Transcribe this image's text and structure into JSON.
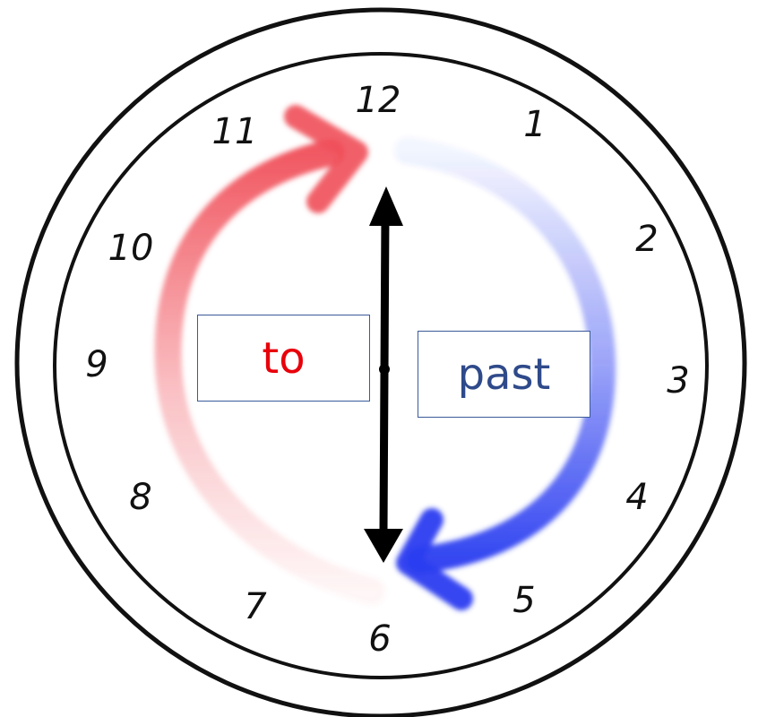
{
  "clock": {
    "numbers": [
      "12",
      "1",
      "2",
      "3",
      "4",
      "5",
      "6",
      "7",
      "8",
      "9",
      "10",
      "11"
    ]
  },
  "labels": {
    "to": "to",
    "past": "past"
  },
  "colors": {
    "to_text": "#e8000b",
    "past_text": "#2f4a8a",
    "to_arrow": "#f0505a",
    "past_arrow": "#2a3df0",
    "hand": "#000000"
  }
}
